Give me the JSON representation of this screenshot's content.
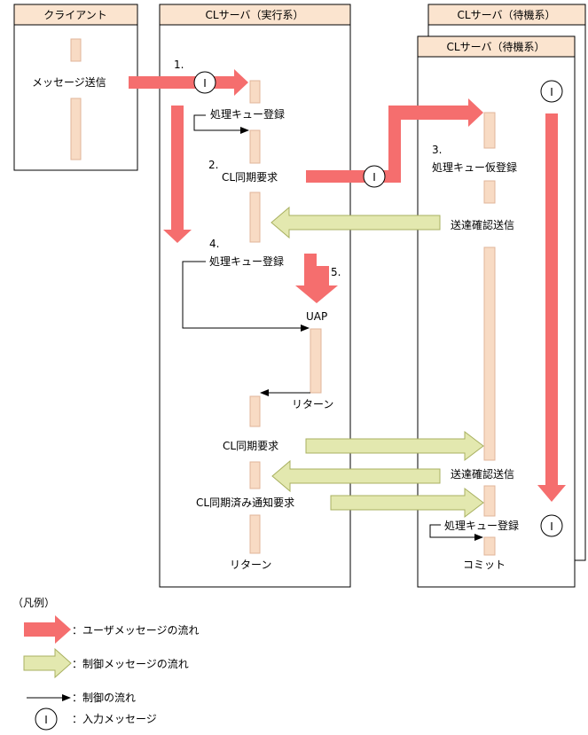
{
  "colors": {
    "user_flow": "#f56e6e",
    "control_flow": "#e3e8af",
    "control_flow_edge": "#a8b060",
    "activation": "#f8dbc4",
    "activation_edge": "#e0b59a",
    "header_bg": "#fbe4cf"
  },
  "lanes": {
    "client": "クライアント",
    "active": "CLサーバ（実行系）",
    "standby_back": "CLサーバ（待機系）",
    "standby": "CLサーバ（待機系）"
  },
  "client": {
    "send_message": "メッセージ送信"
  },
  "active": {
    "step1": "1.",
    "queue_register": "処理キュー登録",
    "step2": "2.",
    "cl_sync_request": "CL同期要求",
    "step4": "4.",
    "queue_register2": "処理キュー登録",
    "step5": "5.",
    "uap": "UAP",
    "return1": "リターン",
    "cl_sync_request2": "CL同期要求",
    "cl_sync_done_notice": "CL同期済み通知要求",
    "return2": "リターン"
  },
  "standby": {
    "step3": "3.",
    "queue_temp_register": "処理キュー仮登録",
    "send_confirm": "送達確認送信",
    "send_confirm2": "送達確認送信",
    "queue_register": "処理キュー登録",
    "commit": "コミット"
  },
  "input_marker": "I",
  "legend": {
    "title": "（凡例）",
    "user_flow": "：ユーザメッセージの流れ",
    "control_message_flow": "：制御メッセージの流れ",
    "control_flow": "：制御の流れ",
    "input_message": "：入力メッセージ"
  }
}
